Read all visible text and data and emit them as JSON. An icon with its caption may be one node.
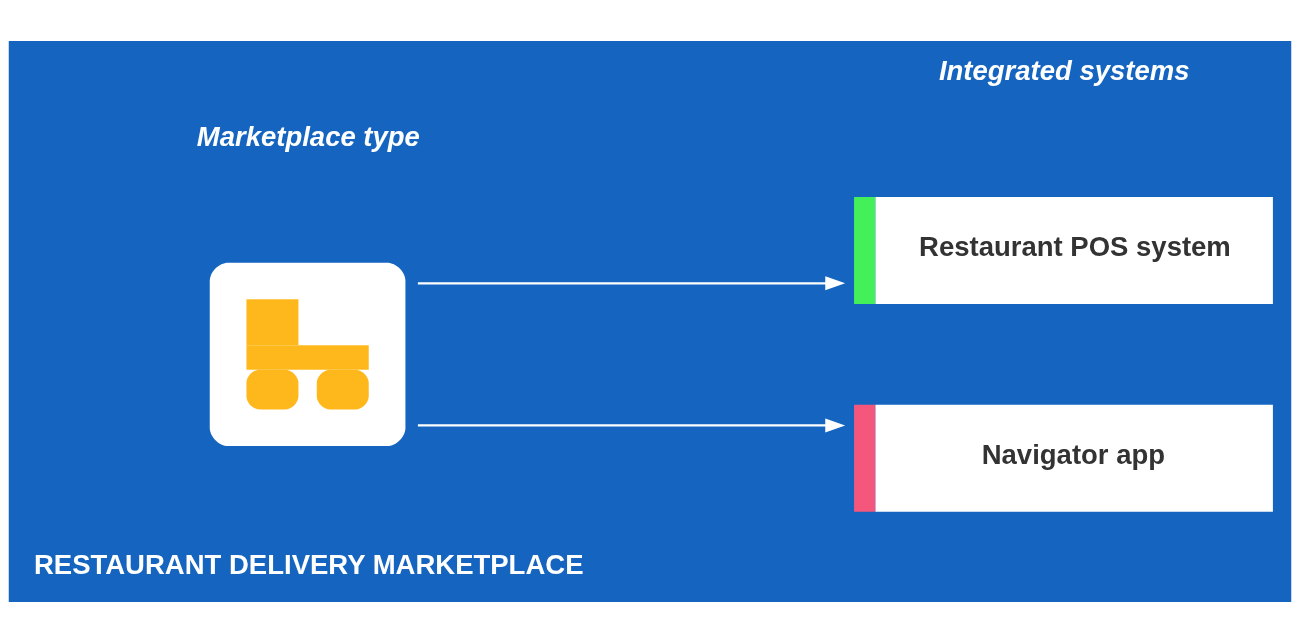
{
  "diagram": {
    "nodes": [
      {
        "text": [],
        "shape": "picture",
        "beside": [
          "RESTAURANT DELIVERY MARKETPLACE"
        ]
      },
      {
        "text": [
          "Restaurant POS system"
        ]
      },
      {
        "text": [
          "Navigator app"
        ]
      }
    ],
    "edges": [
      {
        "from": 0,
        "to": 1,
        "arrow": "to"
      },
      {
        "from": 0,
        "to": 2,
        "arrow": "to"
      }
    ],
    "labels": [
      "Marketplace type",
      "Integrated systems"
    ]
  }
}
